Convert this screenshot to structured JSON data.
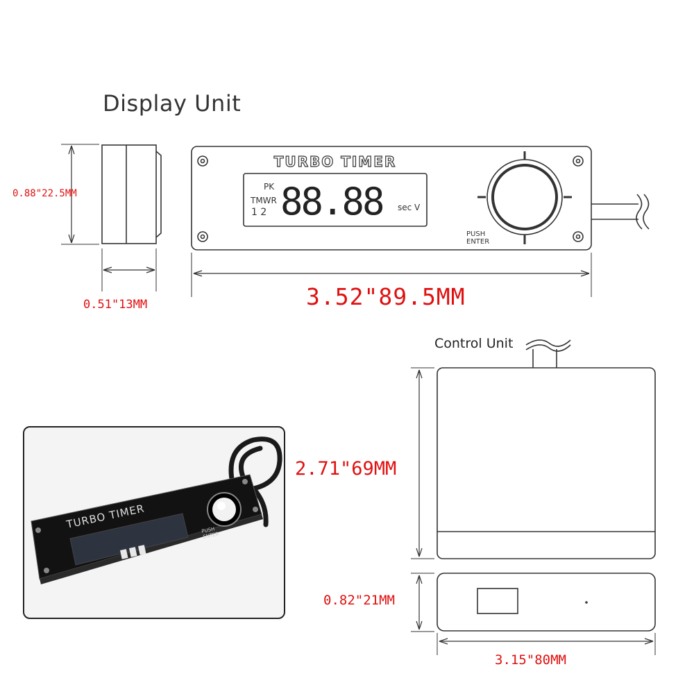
{
  "display_unit": {
    "title": "Display Unit",
    "panel_label": "TURBO TIMER",
    "lcd": {
      "label_pk": "PK",
      "label_tmwr": "TMWR",
      "label_channels": "1 2",
      "digits": "88.88",
      "units": "sec V"
    },
    "button_label_line1": "PUSH",
    "button_label_line2": "ENTER",
    "dimensions": {
      "height": "0.88\"22.5MM",
      "thickness": "0.51\"13MM",
      "width": "3.52\"89.5MM"
    }
  },
  "control_unit": {
    "title": "Control Unit",
    "dimensions": {
      "height": "2.71\"69MM",
      "depth": "0.82\"21MM",
      "width": "3.15\"80MM"
    }
  },
  "photo": {
    "panel_label": "TURBO TIMER",
    "button_label_line1": "PUSH",
    "button_label_line2": "ENTER"
  }
}
